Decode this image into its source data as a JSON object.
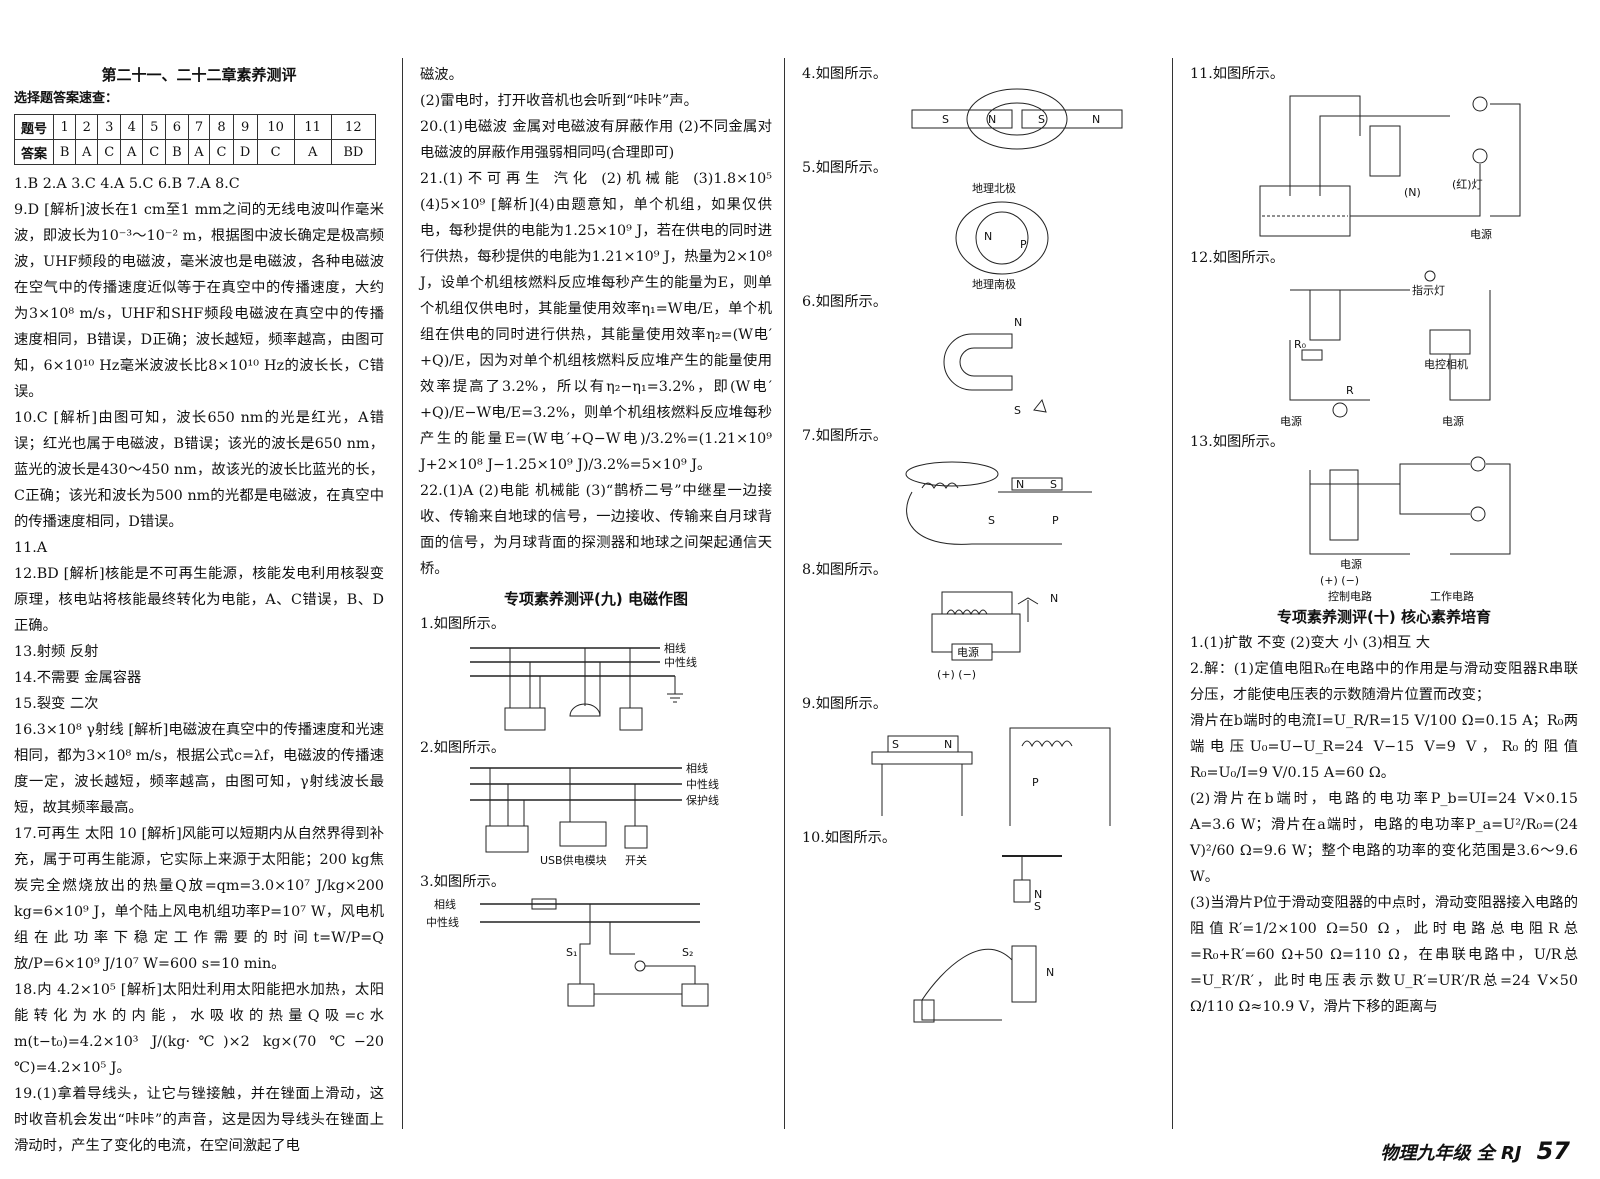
{
  "col1": {
    "title": "第二十一、二十二章素养测评",
    "answer_table_heading": "选择题答案速查：",
    "answer_row_label_1": "题号",
    "answer_row_label_2": "答案",
    "question_numbers": [
      "1",
      "2",
      "3",
      "4",
      "5",
      "6",
      "7",
      "8",
      "9",
      "10",
      "11",
      "12"
    ],
    "answers": [
      "B",
      "A",
      "C",
      "A",
      "C",
      "B",
      "A",
      "C",
      "D",
      "C",
      "A",
      "BD"
    ],
    "paragraphs": [
      "1.B 2.A 3.C 4.A 5.C 6.B 7.A 8.C",
      "9.D [解析]波长在1 cm至1 mm之间的无线电波叫作毫米波，即波长为10⁻³～10⁻² m，根据图中波长确定是极高频波，UHF频段的电磁波，毫米波也是电磁波，各种电磁波在空气中的传播速度近似等于在真空中的传播速度，大约为3×10⁸ m/s，UHF和SHF频段电磁波在真空中的传播速度相同，B错误，D正确；波长越短，频率越高，由图可知，6×10¹⁰ Hz毫米波波长比8×10¹⁰ Hz的波长长，C错误。",
      "10.C [解析]由图可知，波长650 nm的光是红光，A错误；红光也属于电磁波，B错误；该光的波长是650 nm，蓝光的波长是430～450 nm，故该光的波长比蓝光的长，C正确；该光和波长为500 nm的光都是电磁波，在真空中的传播速度相同，D错误。",
      "11.A",
      "12.BD [解析]核能是不可再生能源，核能发电利用核裂变原理，核电站将核能最终转化为电能，A、C错误，B、D正确。",
      "13.射频 反射",
      "14.不需要 金属容器",
      "15.裂变 二次",
      "16.3×10⁸ γ射线 [解析]电磁波在真空中的传播速度和光速相同，都为3×10⁸ m/s，根据公式c=λf，电磁波的传播速度一定，波长越短，频率越高，由图可知，γ射线波长最短，故其频率最高。",
      "17.可再生 太阳 10 [解析]风能可以短期内从自然界得到补充，属于可再生能源，它实际上来源于太阳能；200 kg焦炭完全燃烧放出的热量Q放=qm=3.0×10⁷ J/kg×200 kg=6×10⁹ J，单个陆上风电机组功率P=10⁷ W，风电机组在此功率下稳定工作需要的时间t=W/P=Q放/P=6×10⁹ J/10⁷ W=600 s=10 min。",
      "18.内 4.2×10⁵ [解析]太阳灶利用太阳能把水加热，太阳能转化为水的内能，水吸收的热量Q吸=c水m(t−t₀)=4.2×10³ J/(kg·℃)×2 kg×(70 ℃−20 ℃)=4.2×10⁵ J。",
      "19.(1)拿着导线头，让它与锉接触，并在锉面上滑动，这时收音机会发出“咔咔”的声音，这是因为导线头在锉面上滑动时，产生了变化的电流，在空间激起了电"
    ]
  },
  "col2": {
    "paragraphs_top": [
      "磁波。",
      "(2)雷电时，打开收音机也会听到“咔咔”声。",
      "20.(1)电磁波 金属对电磁波有屏蔽作用 (2)不同金属对电磁波的屏蔽作用强弱相同吗(合理即可)",
      "21.(1)不可再生 汽化 (2)机械能 (3)1.8×10⁵ (4)5×10⁹ [解析](4)由题意知，单个机组，如果仅供电，每秒提供的电能为1.25×10⁹ J，若在供电的同时进行供热，每秒提供的电能为1.21×10⁹ J，热量为2×10⁸ J，设单个机组核燃料反应堆每秒产生的能量为E，则单个机组仅供电时，其能量使用效率η₁=W电/E，单个机组在供电的同时进行供热，其能量使用效率η₂=(W电′+Q)/E，因为对单个机组核燃料反应堆产生的能量使用效率提高了3.2%，所以有η₂−η₁=3.2%，即(W电′+Q)/E−W电/E=3.2%，则单个机组核燃料反应堆每秒产生的能量E=(W电′+Q−W电)/3.2%=(1.21×10⁹ J+2×10⁸ J−1.25×10⁹ J)/3.2%=5×10⁹ J。",
      "22.(1)A (2)电能 机械能 (3)“鹊桥二号”中继星一边接收、传输来自地球的信号，一边接收、传输来自月球背面的信号，为月球背面的探测器和地球之间架起通信天桥。"
    ],
    "section_title": "专项素养测评(九) 电磁作图",
    "fig1_label": "1.如图所示。",
    "fig2_label": "2.如图所示。",
    "fig3_label": "3.如图所示。",
    "live_wire": "相线",
    "neutral_wire": "中性线",
    "ground_wire": "保护线",
    "usb_module": "USB供电模块",
    "switch_label": "开关",
    "s1_label": "S₁",
    "s2_label": "S₂"
  },
  "col3": {
    "fig4_label": "4.如图所示。",
    "fig5_label": "5.如图所示。",
    "fig6_label": "6.如图所示。",
    "fig7_label": "7.如图所示。",
    "fig8_label": "8.如图所示。",
    "fig9_label": "9.如图所示。",
    "fig10_label": "10.如图所示。",
    "geo_north": "地理北极",
    "geo_south": "地理南极",
    "power_label": "电源",
    "plus_minus": "(+) (−)",
    "pole_n": "N",
    "pole_s": "S",
    "point_p": "P"
  },
  "col4": {
    "fig11_label": "11.如图所示。",
    "fig12_label": "12.如图所示。",
    "fig13_label": "13.如图所示。",
    "fig11_n": "(N)",
    "fig11_red": "(红)灯",
    "fig11_power": "电源",
    "fig12_indicator": "指示灯",
    "fig12_camera": "电控相机",
    "fig12_power1": "电源",
    "fig12_power2": "电源",
    "fig12_r0": "R₀",
    "fig12_r": "R",
    "fig13_power": "电源",
    "fig13_pm": "(+) (−)",
    "fig13_control": "控制电路",
    "fig13_work": "工作电路",
    "section_title": "专项素养测评(十) 核心素养培育",
    "paragraphs": [
      "1.(1)扩散 不变 (2)变大 小 (3)相互 大",
      "2.解：(1)定值电阻R₀在电路中的作用是与滑动变阻器R串联分压，才能使电压表的示数随滑片位置而改变；",
      "滑片在b端时的电流I=U_R/R=15 V/100 Ω=0.15 A；R₀两端电压U₀=U−U_R=24 V−15 V=9 V，R₀的阻值R₀=U₀/I=9 V/0.15 A=60 Ω。",
      "(2)滑片在b端时，电路的电功率P_b=UI=24 V×0.15 A=3.6 W；滑片在a端时，电路的电功率P_a=U²/R₀=(24 V)²/60 Ω=9.6 W；整个电路的功率的变化范围是3.6～9.6 W。",
      "(3)当滑片P位于滑动变阻器的中点时，滑动变阻器接入电路的阻值R′=1/2×100 Ω=50 Ω，此时电路总电阻R总=R₀+R′=60 Ω+50 Ω=110 Ω，在串联电路中，U/R总=U_R′/R′，此时电压表示数U_R′=UR′/R总=24 V×50 Ω/110 Ω≈10.9 V，滑片下移的距离与"
    ]
  },
  "footer": {
    "label": "物理九年级 全 RJ",
    "page_number": "57"
  }
}
